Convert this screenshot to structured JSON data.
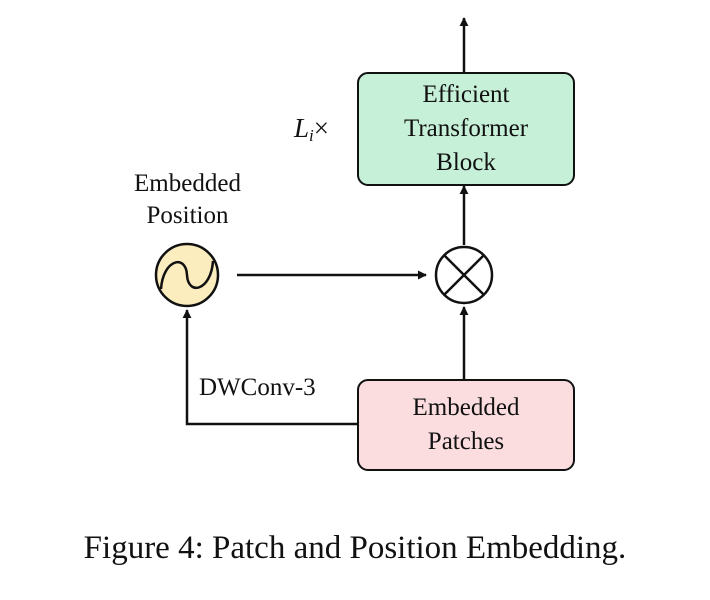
{
  "blocks": {
    "transformer": [
      "Efficient",
      "Transformer",
      "Block"
    ],
    "patches": [
      "Embedded",
      "Patches"
    ]
  },
  "labels": {
    "position": [
      "Embedded",
      "Position"
    ],
    "conv": "DWConv-3",
    "repeat_symbol": "L",
    "repeat_subscript": "i",
    "repeat_times": "×"
  },
  "caption": "Figure 4: Patch and Position Embedding.",
  "colors": {
    "transformer_fill": "#c7f0d8",
    "patches_fill": "#fbdde0",
    "position_fill": "#fbedbe"
  },
  "icons": {
    "position_node": "sine-wave-circle-icon",
    "merge_node": "circled-times-icon"
  }
}
